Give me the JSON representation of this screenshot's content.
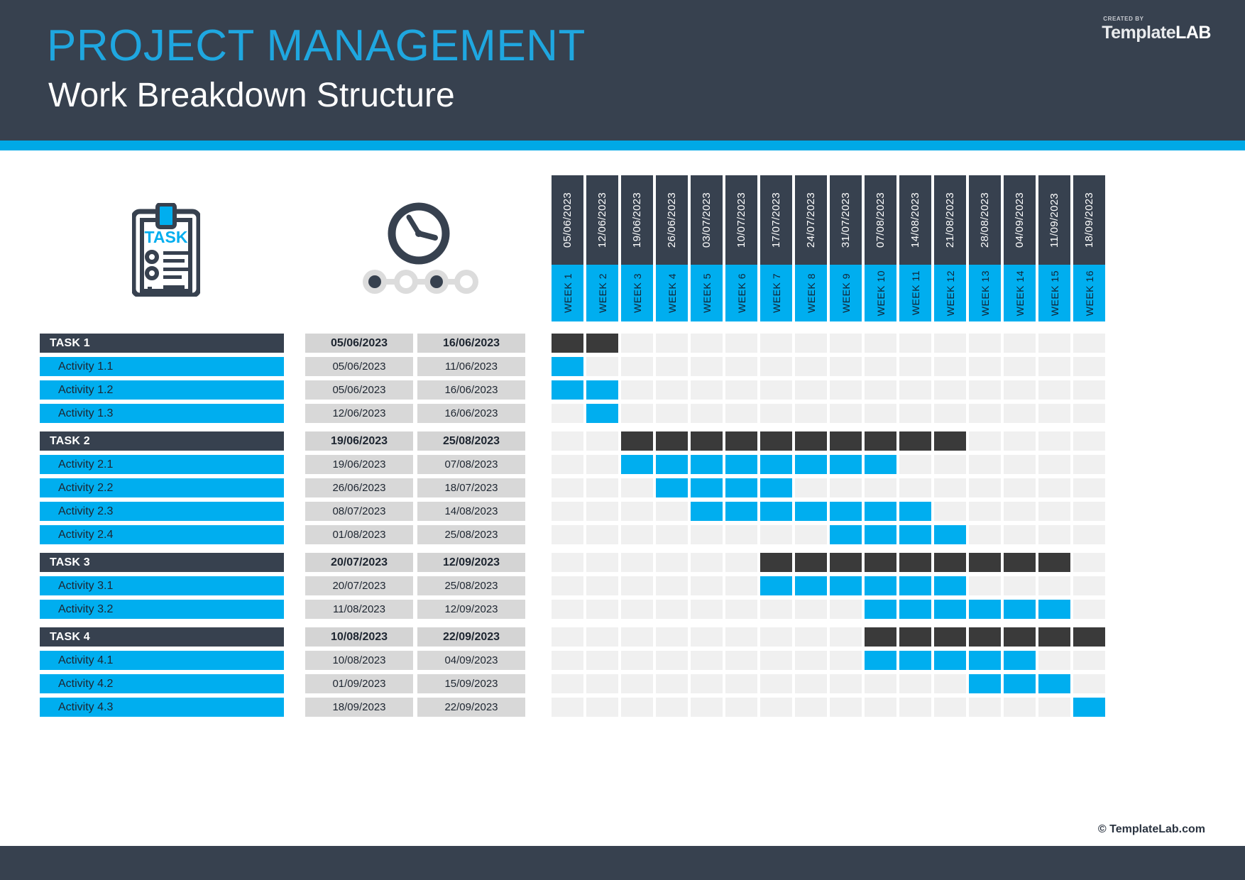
{
  "header": {
    "title": "PROJECT MANAGEMENT",
    "subtitle": "Work Breakdown Structure",
    "brand_created_by": "CREATED BY",
    "brand_name_1": "Template",
    "brand_name_2": "LAB"
  },
  "footer": {
    "copyright": "© TemplateLab.com"
  },
  "icons": {
    "clipboard_label": "TASK",
    "clipboard_name": "clipboard-task-icon",
    "clock_name": "clock-icon",
    "timeline_name": "timeline-dots-icon"
  },
  "colors": {
    "header_bg": "#37414f",
    "accent": "#00aeef",
    "title_blue": "#1fa7e0",
    "task_bar": "#3a3a3a",
    "activity_bar": "#00aeef",
    "grid_empty": "#f0f0f0",
    "date_cell": "#d8d8d8"
  },
  "chart_data": {
    "type": "bar",
    "title": "Work Breakdown Structure Gantt",
    "xlabel": "",
    "ylabel": "",
    "weeks": [
      {
        "week_label": "WEEK 1",
        "date": "05/06/2023"
      },
      {
        "week_label": "WEEK 2",
        "date": "12/06/2023"
      },
      {
        "week_label": "WEEK 3",
        "date": "19/06/2023"
      },
      {
        "week_label": "WEEK 4",
        "date": "26/06/2023"
      },
      {
        "week_label": "WEEK 5",
        "date": "03/07/2023"
      },
      {
        "week_label": "WEEK 6",
        "date": "10/07/2023"
      },
      {
        "week_label": "WEEK 7",
        "date": "17/07/2023"
      },
      {
        "week_label": "WEEK 8",
        "date": "24/07/2023"
      },
      {
        "week_label": "WEEK 9",
        "date": "31/07/2023"
      },
      {
        "week_label": "WEEK 10",
        "date": "07/08/2023"
      },
      {
        "week_label": "WEEK 11",
        "date": "14/08/2023"
      },
      {
        "week_label": "WEEK 12",
        "date": "21/08/2023"
      },
      {
        "week_label": "WEEK 13",
        "date": "28/08/2023"
      },
      {
        "week_label": "WEEK 14",
        "date": "04/09/2023"
      },
      {
        "week_label": "WEEK 15",
        "date": "11/09/2023"
      },
      {
        "week_label": "WEEK 16",
        "date": "18/09/2023"
      }
    ],
    "groups": [
      {
        "task": {
          "name": "TASK 1",
          "start": "05/06/2023",
          "end": "16/06/2023",
          "bar_start_week": 1,
          "bar_end_week": 2
        },
        "activities": [
          {
            "name": "Activity 1.1",
            "start": "05/06/2023",
            "end": "11/06/2023",
            "bar_start_week": 1,
            "bar_end_week": 1
          },
          {
            "name": "Activity 1.2",
            "start": "05/06/2023",
            "end": "16/06/2023",
            "bar_start_week": 1,
            "bar_end_week": 2
          },
          {
            "name": "Activity 1.3",
            "start": "12/06/2023",
            "end": "16/06/2023",
            "bar_start_week": 2,
            "bar_end_week": 2
          }
        ]
      },
      {
        "task": {
          "name": "TASK 2",
          "start": "19/06/2023",
          "end": "25/08/2023",
          "bar_start_week": 3,
          "bar_end_week": 12
        },
        "activities": [
          {
            "name": "Activity 2.1",
            "start": "19/06/2023",
            "end": "07/08/2023",
            "bar_start_week": 3,
            "bar_end_week": 10
          },
          {
            "name": "Activity 2.2",
            "start": "26/06/2023",
            "end": "18/07/2023",
            "bar_start_week": 4,
            "bar_end_week": 7
          },
          {
            "name": "Activity 2.3",
            "start": "08/07/2023",
            "end": "14/08/2023",
            "bar_start_week": 5,
            "bar_end_week": 11
          },
          {
            "name": "Activity 2.4",
            "start": "01/08/2023",
            "end": "25/08/2023",
            "bar_start_week": 9,
            "bar_end_week": 12
          }
        ]
      },
      {
        "task": {
          "name": "TASK 3",
          "start": "20/07/2023",
          "end": "12/09/2023",
          "bar_start_week": 7,
          "bar_end_week": 15
        },
        "activities": [
          {
            "name": "Activity 3.1",
            "start": "20/07/2023",
            "end": "25/08/2023",
            "bar_start_week": 7,
            "bar_end_week": 12
          },
          {
            "name": "Activity 3.2",
            "start": "11/08/2023",
            "end": "12/09/2023",
            "bar_start_week": 10,
            "bar_end_week": 15
          }
        ]
      },
      {
        "task": {
          "name": "TASK 4",
          "start": "10/08/2023",
          "end": "22/09/2023",
          "bar_start_week": 10,
          "bar_end_week": 16
        },
        "activities": [
          {
            "name": "Activity 4.1",
            "start": "10/08/2023",
            "end": "04/09/2023",
            "bar_start_week": 10,
            "bar_end_week": 14
          },
          {
            "name": "Activity 4.2",
            "start": "01/09/2023",
            "end": "15/09/2023",
            "bar_start_week": 13,
            "bar_end_week": 15
          },
          {
            "name": "Activity 4.3",
            "start": "18/09/2023",
            "end": "22/09/2023",
            "bar_start_week": 16,
            "bar_end_week": 16
          }
        ]
      }
    ]
  }
}
